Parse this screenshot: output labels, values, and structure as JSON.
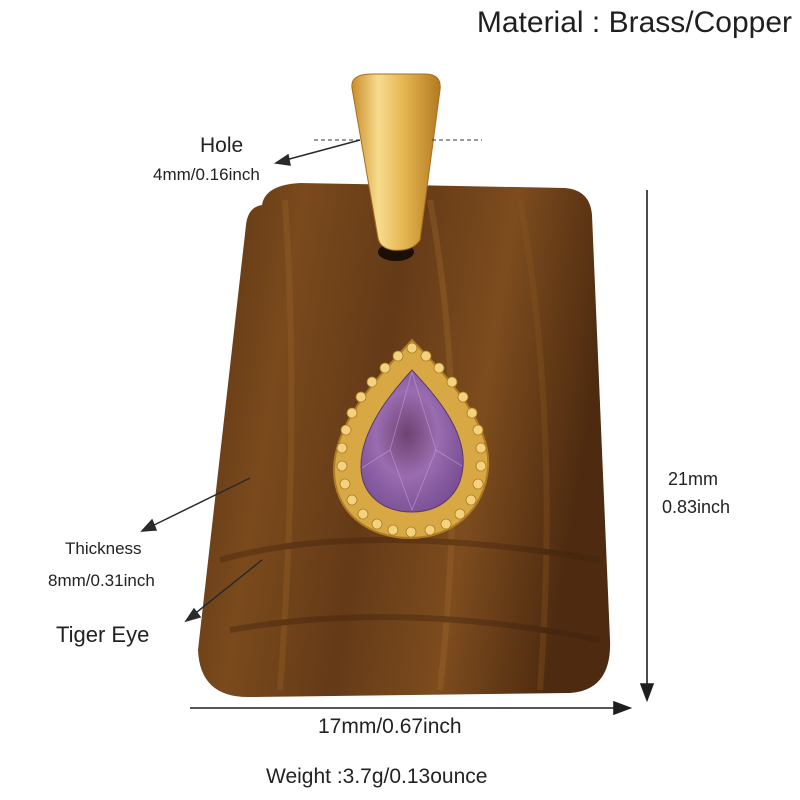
{
  "header": {
    "material": "Material : Brass/Copper"
  },
  "annotations": {
    "hole_label": "Hole",
    "hole_size": "4mm/0.16inch",
    "thickness_label": "Thickness",
    "thickness_size": "8mm/0.31inch",
    "stone_name": "Tiger Eye",
    "height_mm": "21mm",
    "height_inch": "0.83inch",
    "width": "17mm/0.67inch",
    "weight": "Weight :3.7g/0.13ounce"
  },
  "colors": {
    "stone_dark": "#4a2810",
    "stone_mid": "#7a4a1c",
    "stone_light": "#a0692c",
    "gold": "#e2b24a",
    "gold_light": "#f5d98a",
    "gem": "#8a5c9e"
  }
}
